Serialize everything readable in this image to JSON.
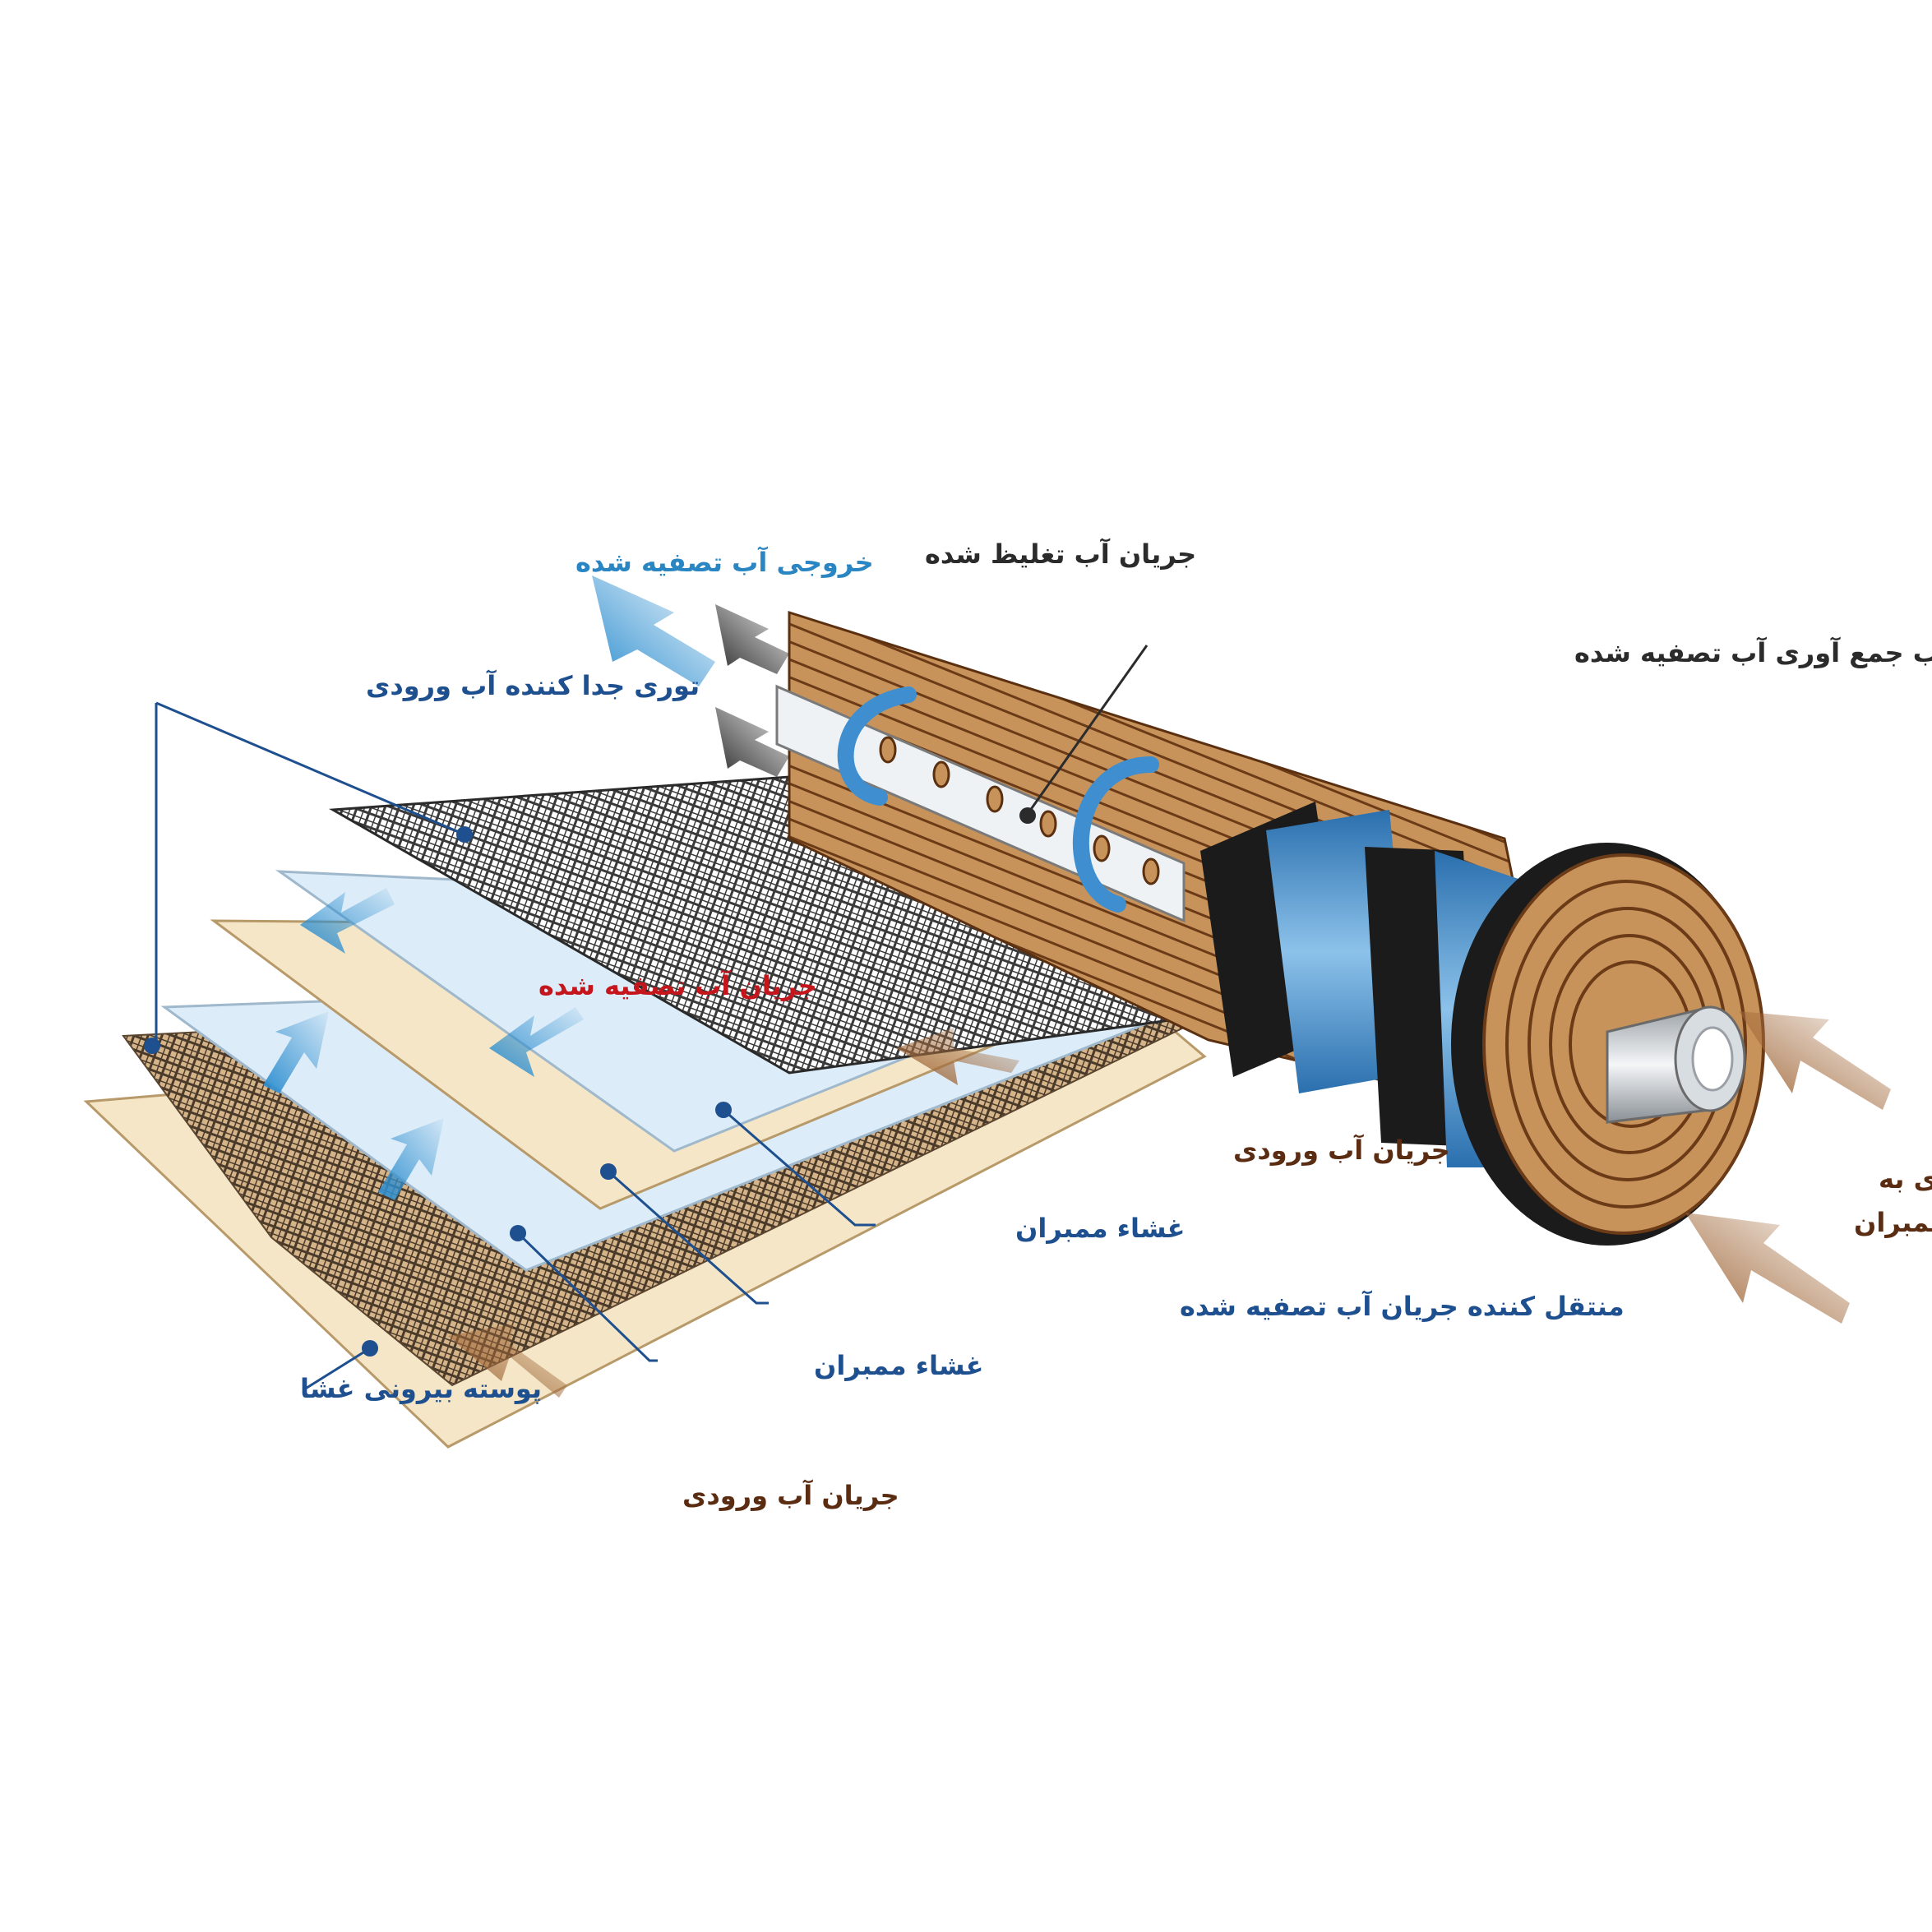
{
  "labels": {
    "purified_outlet": "خروجی آب تصفیه شده",
    "concentrate_flow": "جریان آب تغلیظ شده",
    "collection_tube": "تیوب جمع آوری آب تصفیه شده",
    "feed_spacer": "توری جدا کننده آب ورودی",
    "purified_flow": "جریان آب تصفیه شده",
    "feed_flow_mid": "جریان آب ورودی",
    "membrane_feed_line1": "آب ورودی به",
    "membrane_feed_line2": "ممبران",
    "membrane_1": "غشاء ممبران",
    "permeate_carrier": "منتقل کننده جریان آب تصفیه شده",
    "membrane_2": "غشاء ممبران",
    "outer_shell": "پوسته بیرونی غشا",
    "feed_flow_bottom": "جریان آب ورودی"
  },
  "colors": {
    "label_dark": "#2b2b2b",
    "label_blue": "#1e4f8f",
    "label_cyan": "#2a86c2",
    "label_red": "#c4161c",
    "label_brown": "#5a2c12",
    "wood": "#c8935a",
    "wood_line": "#6b3a17",
    "band_black": "#1b1b1b",
    "band_blue": "#3f86c4",
    "arrow_blue": "#2f8fd0",
    "arrow_brown": "#a26a3c",
    "arrow_gray": "#2e2e2e",
    "sheet_beige": "#f4e6c6",
    "sheet_lightblue": "#dcecf8"
  },
  "icons": [
    "outlet-arrow-icon",
    "concentrate-arrow-icon",
    "feed-arrow-icon",
    "swirl-arrow-icon",
    "leader-dot-icon"
  ]
}
